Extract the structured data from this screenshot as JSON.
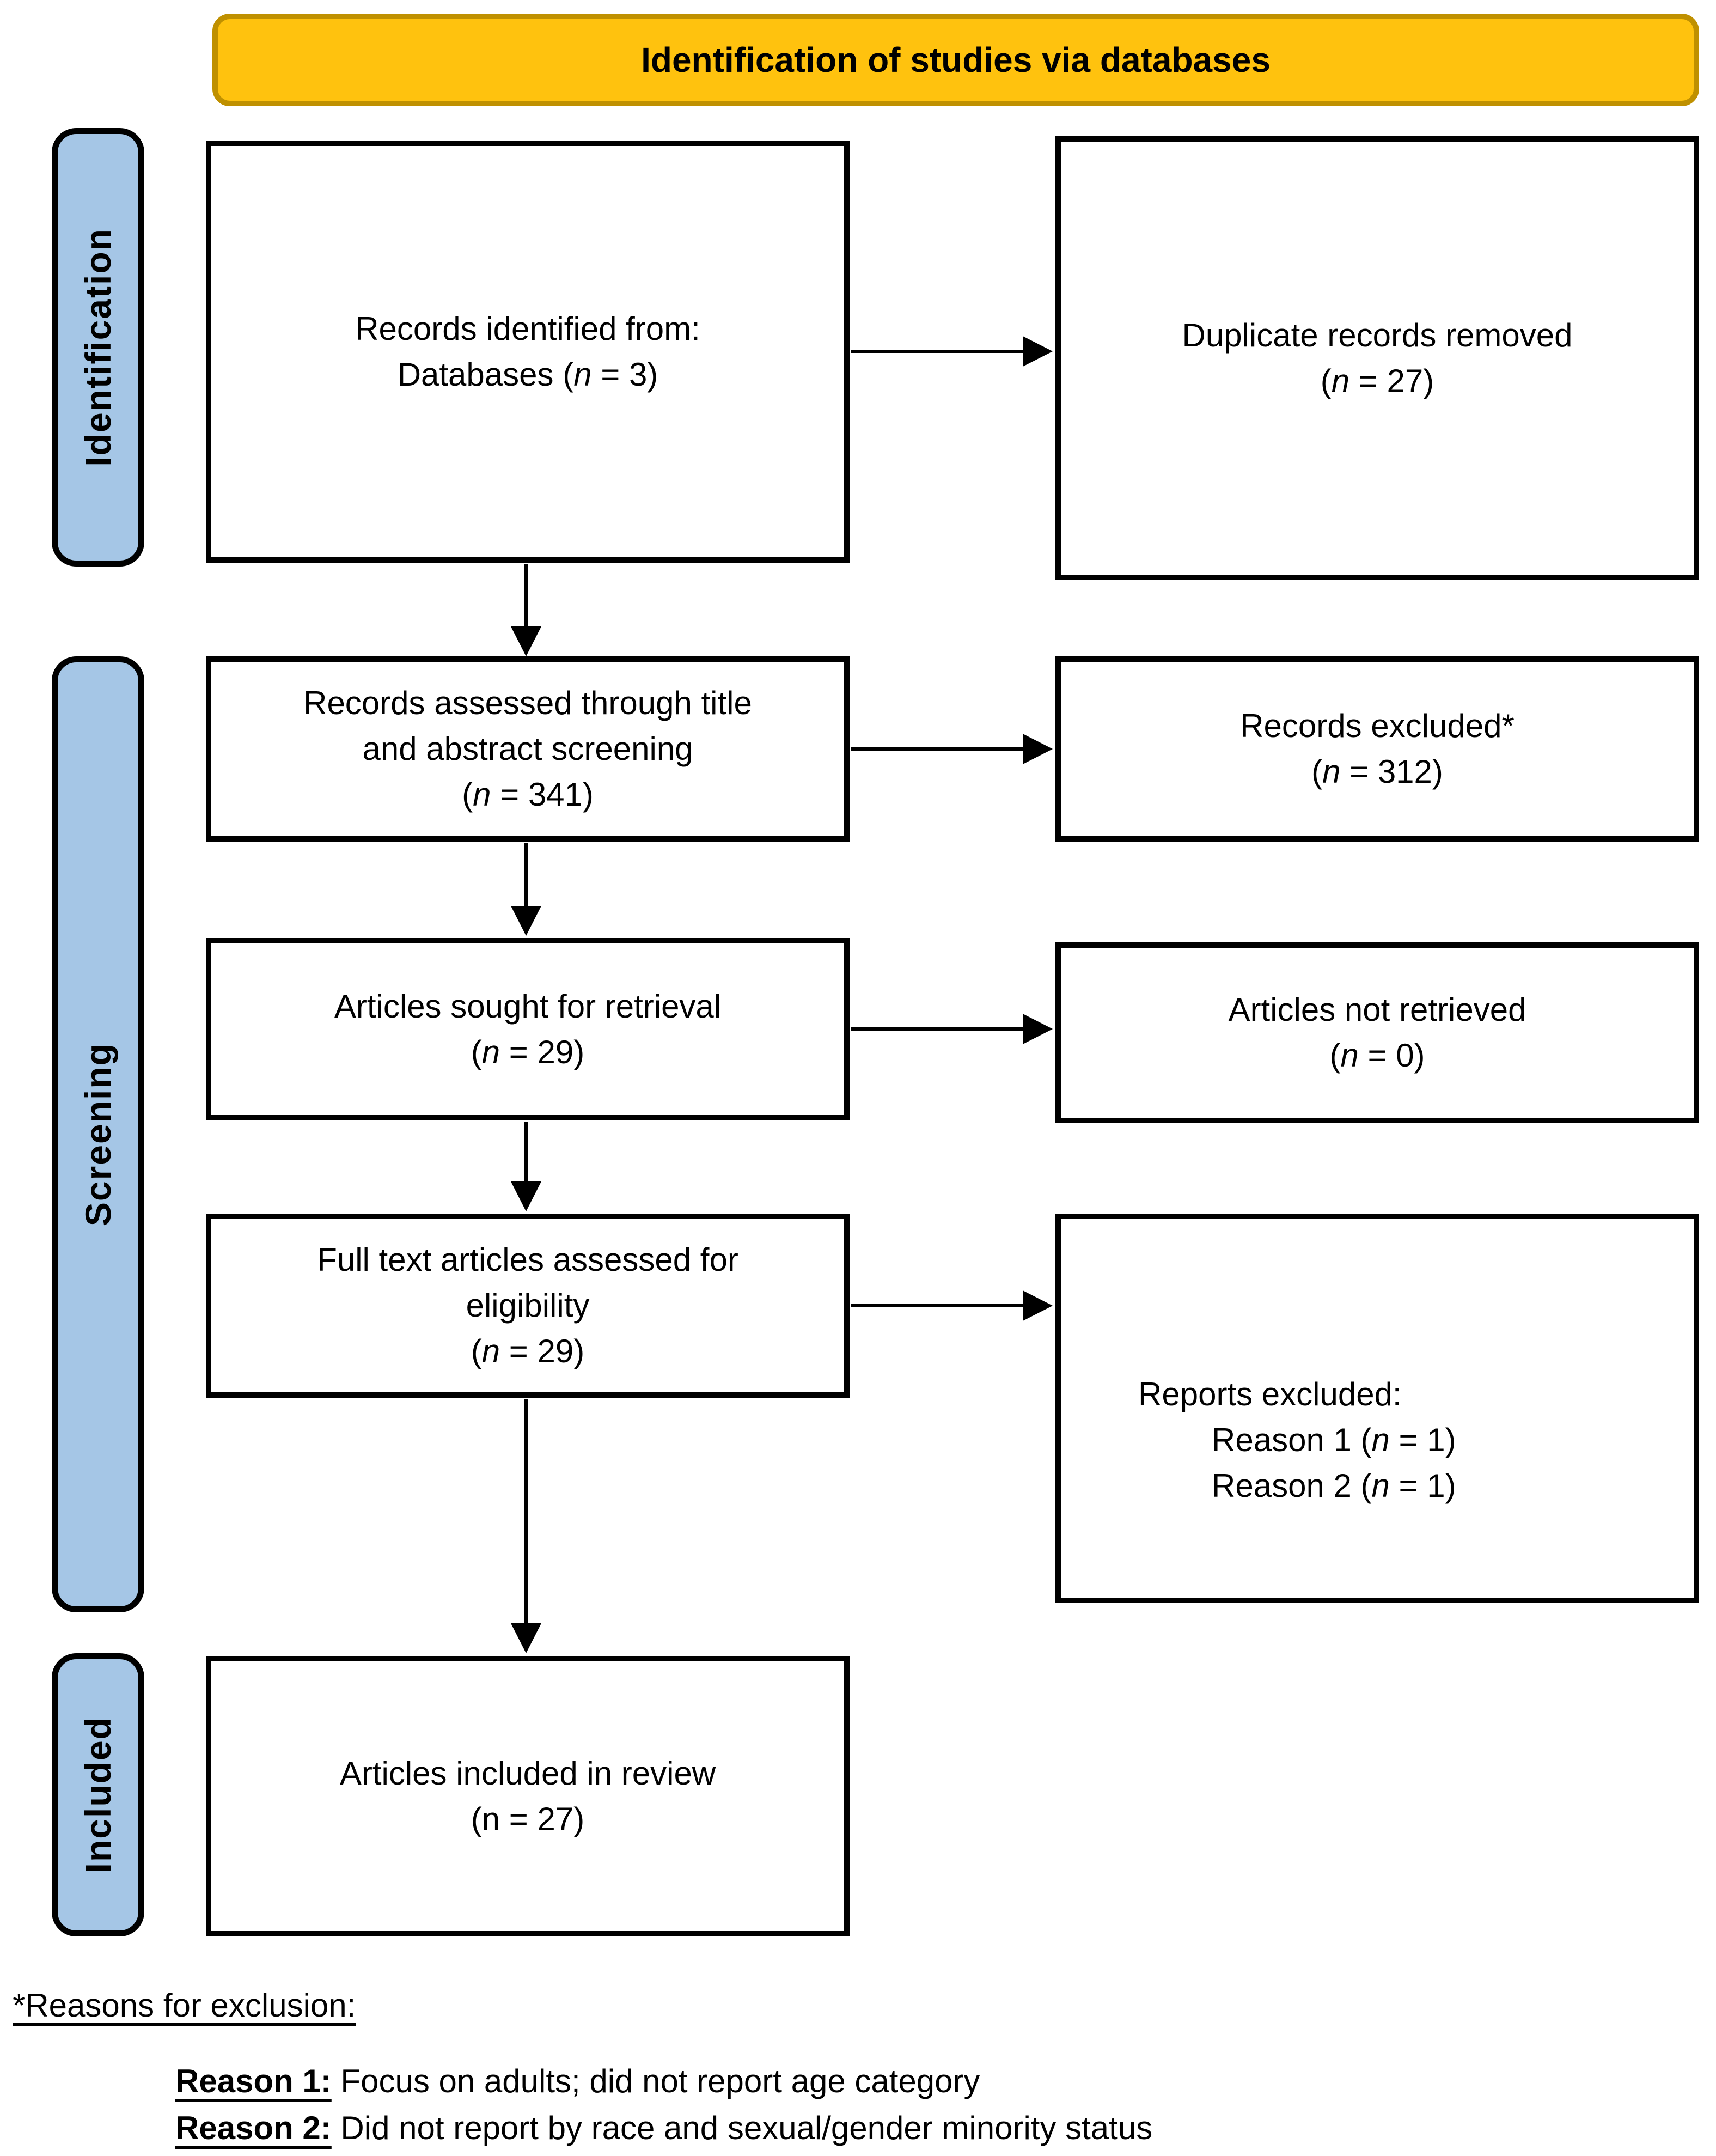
{
  "banner": {
    "title": "Identification of studies via databases",
    "bg_color": "#FFC20E",
    "border_color": "#BF9000"
  },
  "stage_labels": [
    {
      "label": "Identification"
    },
    {
      "label": "Screening"
    },
    {
      "label": "Included"
    }
  ],
  "colors": {
    "stage_bg": "#A5C6E6",
    "box_border": "#000000",
    "text": "#000000"
  },
  "boxes": [
    {
      "name": "records-identified",
      "lines": [
        "Records identified from:",
        "Databases (n = 3)"
      ]
    },
    {
      "name": "duplicate-records-removed",
      "lines": [
        "Duplicate records removed",
        "(n = 27)"
      ]
    },
    {
      "name": "records-assessed",
      "lines": [
        "Records assessed through title",
        "and abstract screening",
        "(n = 341)"
      ]
    },
    {
      "name": "records-excluded",
      "lines": [
        "Records excluded*",
        "(n = 312)"
      ]
    },
    {
      "name": "articles-sought",
      "lines": [
        "Articles sought for retrieval",
        "(n = 29)"
      ]
    },
    {
      "name": "articles-not-retrieved",
      "lines": [
        "Articles not retrieved",
        "(n = 0)"
      ]
    },
    {
      "name": "fulltext-assessed",
      "lines": [
        "Full text articles assessed for",
        "eligibility",
        "(n = 29)"
      ]
    },
    {
      "name": "reports-excluded",
      "lines": [
        "Reports excluded:",
        "Reason 1 (n = 1)",
        "Reason 2 (n = 1)"
      ]
    },
    {
      "name": "articles-included",
      "lines": [
        "Articles included in review",
        "(n = 27)"
      ]
    }
  ],
  "footnote": {
    "heading": "*Reasons for exclusion:",
    "reason1_label": "Reason 1:",
    "reason1_text": " Focus on adults; did not report age category",
    "reason2_label": "Reason 2:",
    "reason2_text": " Did not report by race and sexual/gender minority status"
  }
}
